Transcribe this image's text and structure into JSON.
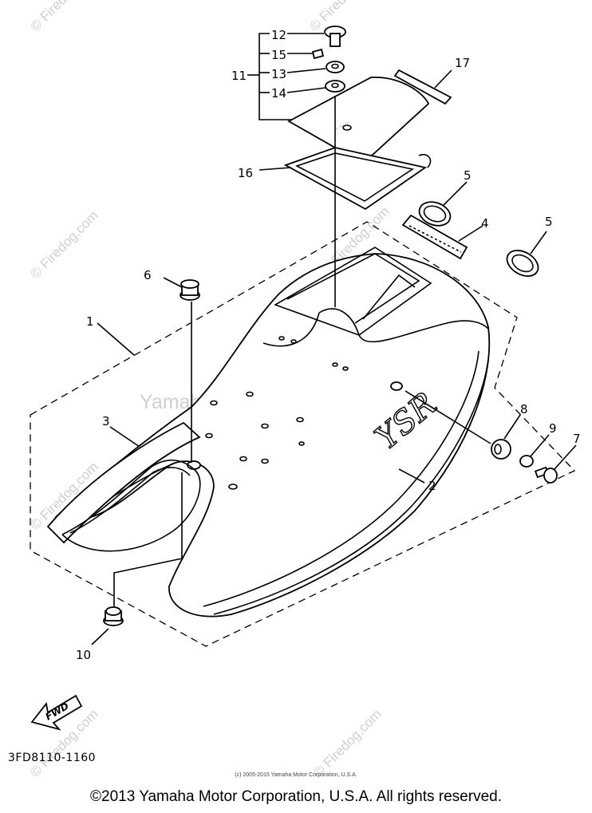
{
  "watermark": {
    "site": "© Firedog.com",
    "center": "Yamaha Motor Corp. U.S.A."
  },
  "labels": {
    "l1": "1",
    "l2": "2",
    "l3": "3",
    "l4": "4",
    "l5a": "5",
    "l5b": "5",
    "l6": "6",
    "l7": "7",
    "l8": "8",
    "l9": "9",
    "l10": "10",
    "l11": "11",
    "l12": "12",
    "l13": "13",
    "l14": "14",
    "l15": "15",
    "l16": "16",
    "l17": "17"
  },
  "emblem_text": "YSR",
  "fwd_arrow": "FWD",
  "part_number": "3FD8110-1160",
  "small_copyright": "(c) 2005-2015 Yamaha Motor Corporation, U.S.A.",
  "copyright": "©2013 Yamaha Motor Corporation, U.S.A. All rights reserved."
}
